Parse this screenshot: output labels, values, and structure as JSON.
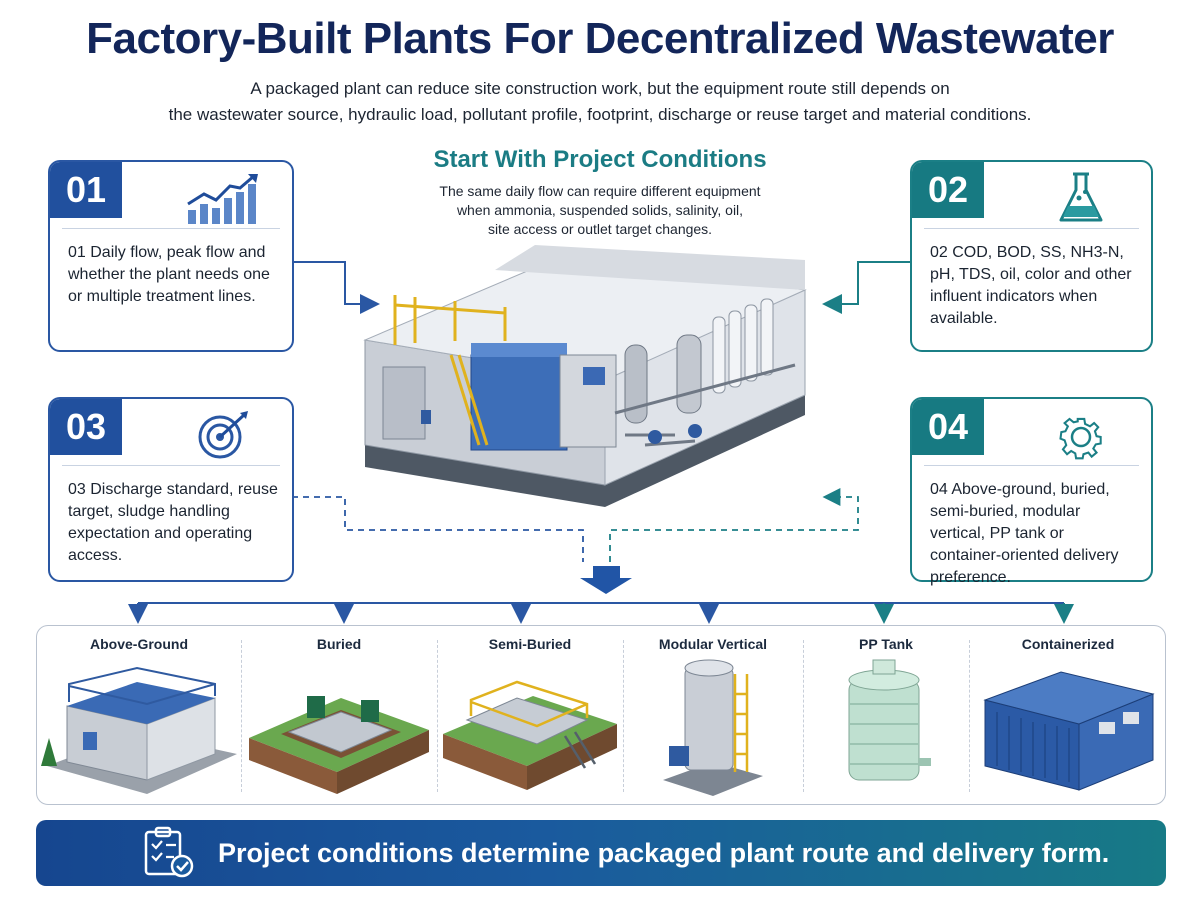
{
  "title": "Factory-Built Plants For Decentralized Wastewater",
  "subtitle_line1": "A packaged plant can reduce site construction work, but the equipment route still depends on",
  "subtitle_line2": "the wastewater source, hydraulic load, pollutant profile, footprint, discharge or reuse target and material conditions.",
  "center": {
    "heading": "Start With Project Conditions",
    "text_line1": "The same daily flow can require different equipment",
    "text_line2": "when ammonia, suspended solids, salinity, oil,",
    "text_line3": "site access or outlet target changes."
  },
  "cards": [
    {
      "num": "01",
      "icon": "bar-chart-icon",
      "body": "01  Daily flow, peak flow and whether the plant needs one or multiple treatment lines."
    },
    {
      "num": "02",
      "icon": "flask-icon",
      "body": "02  COD, BOD, SS, NH3-N, pH, TDS, oil, color and other influent indicators when available."
    },
    {
      "num": "03",
      "icon": "target-icon",
      "body": "03  Discharge standard, reuse target, sludge handling expectation and operating access."
    },
    {
      "num": "04",
      "icon": "gear-icon",
      "body": "04  Above-ground, buried, semi-buried, modular vertical, PP tank or container-oriented delivery preference."
    }
  ],
  "options": [
    {
      "label": "Above-Ground"
    },
    {
      "label": "Buried"
    },
    {
      "label": "Semi-Buried"
    },
    {
      "label": "Modular Vertical"
    },
    {
      "label": "PP Tank"
    },
    {
      "label": "Containerized"
    }
  ],
  "banner": {
    "text": "Project conditions determine packaged plant route and delivery form.",
    "icon": "checklist-icon"
  },
  "colors": {
    "navy": "#13265a",
    "blue": "#21509e",
    "teal": "#177a82"
  }
}
